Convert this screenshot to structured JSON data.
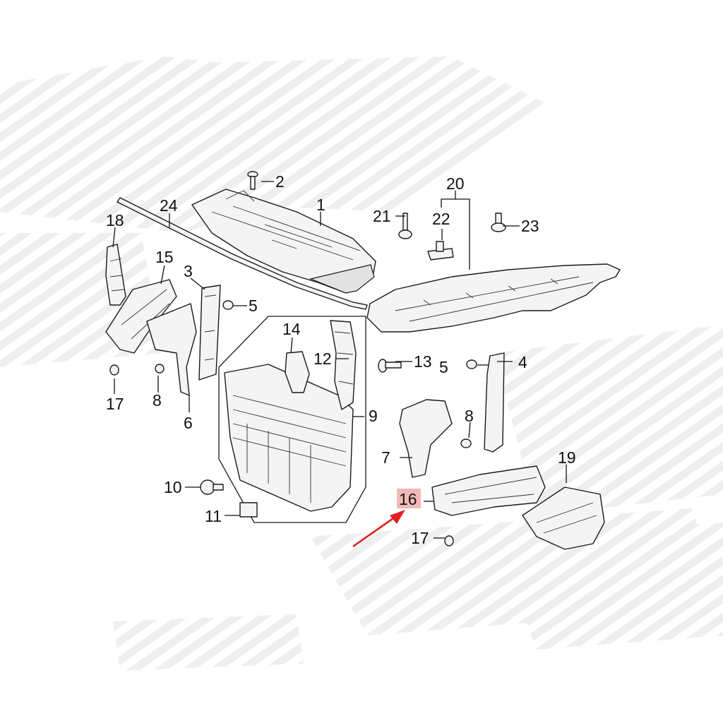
{
  "diagram": {
    "callouts": {
      "c1": "1",
      "c2": "2",
      "c3": "3",
      "c4": "4",
      "c5a": "5",
      "c5b": "5",
      "c6": "6",
      "c7": "7",
      "c8a": "8",
      "c8b": "8",
      "c9": "9",
      "c10": "10",
      "c11": "11",
      "c12": "12",
      "c13": "13",
      "c14": "14",
      "c15": "15",
      "c16": "16",
      "c17a": "17",
      "c17b": "17",
      "c18": "18",
      "c19": "19",
      "c20": "20",
      "c21": "21",
      "c22": "22",
      "c23": "23",
      "c24": "24"
    },
    "highlighted_part": "16",
    "colors": {
      "highlight_fill": "#f2b8b8",
      "pointer_arrow": "#e0201f",
      "line": "#1a1a1a",
      "watermark": "#e9e9e9"
    }
  }
}
